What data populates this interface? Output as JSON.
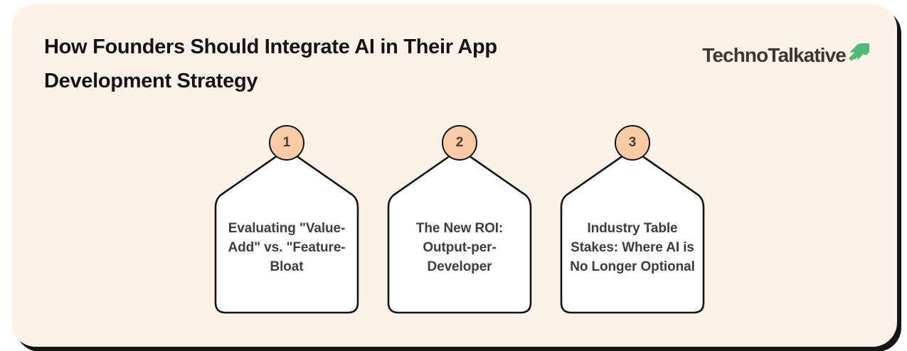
{
  "panel": {
    "background_color": "#fdf2e8",
    "shadow_color": "#141414"
  },
  "header": {
    "title": "How Founders Should Integrate AI in Their App Development Strategy",
    "title_color": "#141414"
  },
  "logo": {
    "text": "TechnoTalkative",
    "text_color": "#3a3733",
    "mark_icon": "double-chevron-up-right-icon",
    "mark_color": "#4cbb77"
  },
  "steps": [
    {
      "number": "1",
      "label": "Evaluating \"Value-Add\" vs. \"Feature-Bloat",
      "badge_color": "#f8cba6",
      "card_fill": "#ffffff",
      "card_stroke": "#141414"
    },
    {
      "number": "2",
      "label": "The New ROI: Output-per-Developer",
      "badge_color": "#f8cba6",
      "card_fill": "#ffffff",
      "card_stroke": "#141414"
    },
    {
      "number": "3",
      "label": "Industry Table Stakes: Where AI is No Longer Optional",
      "badge_color": "#f8cba6",
      "card_fill": "#ffffff",
      "card_stroke": "#141414"
    }
  ]
}
